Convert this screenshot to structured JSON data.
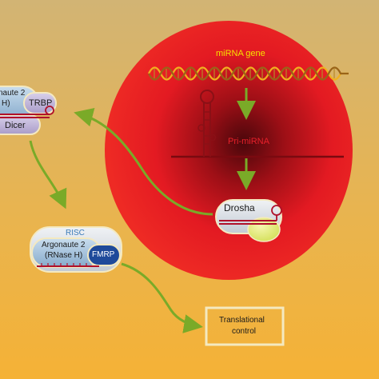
{
  "nucleus": {
    "gene_label": "miRNA gene",
    "pri_label": "Pri-miRNA",
    "drosha_label": "Drosha"
  },
  "cytoplasm": {
    "dicer_complex": {
      "argonaute_label": "naute 2",
      "rnase_label": "H)",
      "trbp_label": "TRBP",
      "dicer_label": "Dicer"
    },
    "risc": {
      "title": "RISC",
      "argonaute_label": "Argonaute 2",
      "rnase_label": "(RNase H)",
      "fmrp_label": "FMRP"
    },
    "outcome_label_line1": "Translational",
    "outcome_label_line2": "control"
  },
  "colors": {
    "background_top": "#d7b56a",
    "background_bottom": "#f3b23b",
    "nucleus_red": "#ec1c24",
    "nucleus_dark": "#5a0a0e",
    "arrow_green": "#7aaa28",
    "gene_label_yellow": "#f6e000",
    "box_border": "#f4e9c0",
    "complex_blue": "#9fc2de",
    "fmrp_blue": "#1f4a9a"
  }
}
